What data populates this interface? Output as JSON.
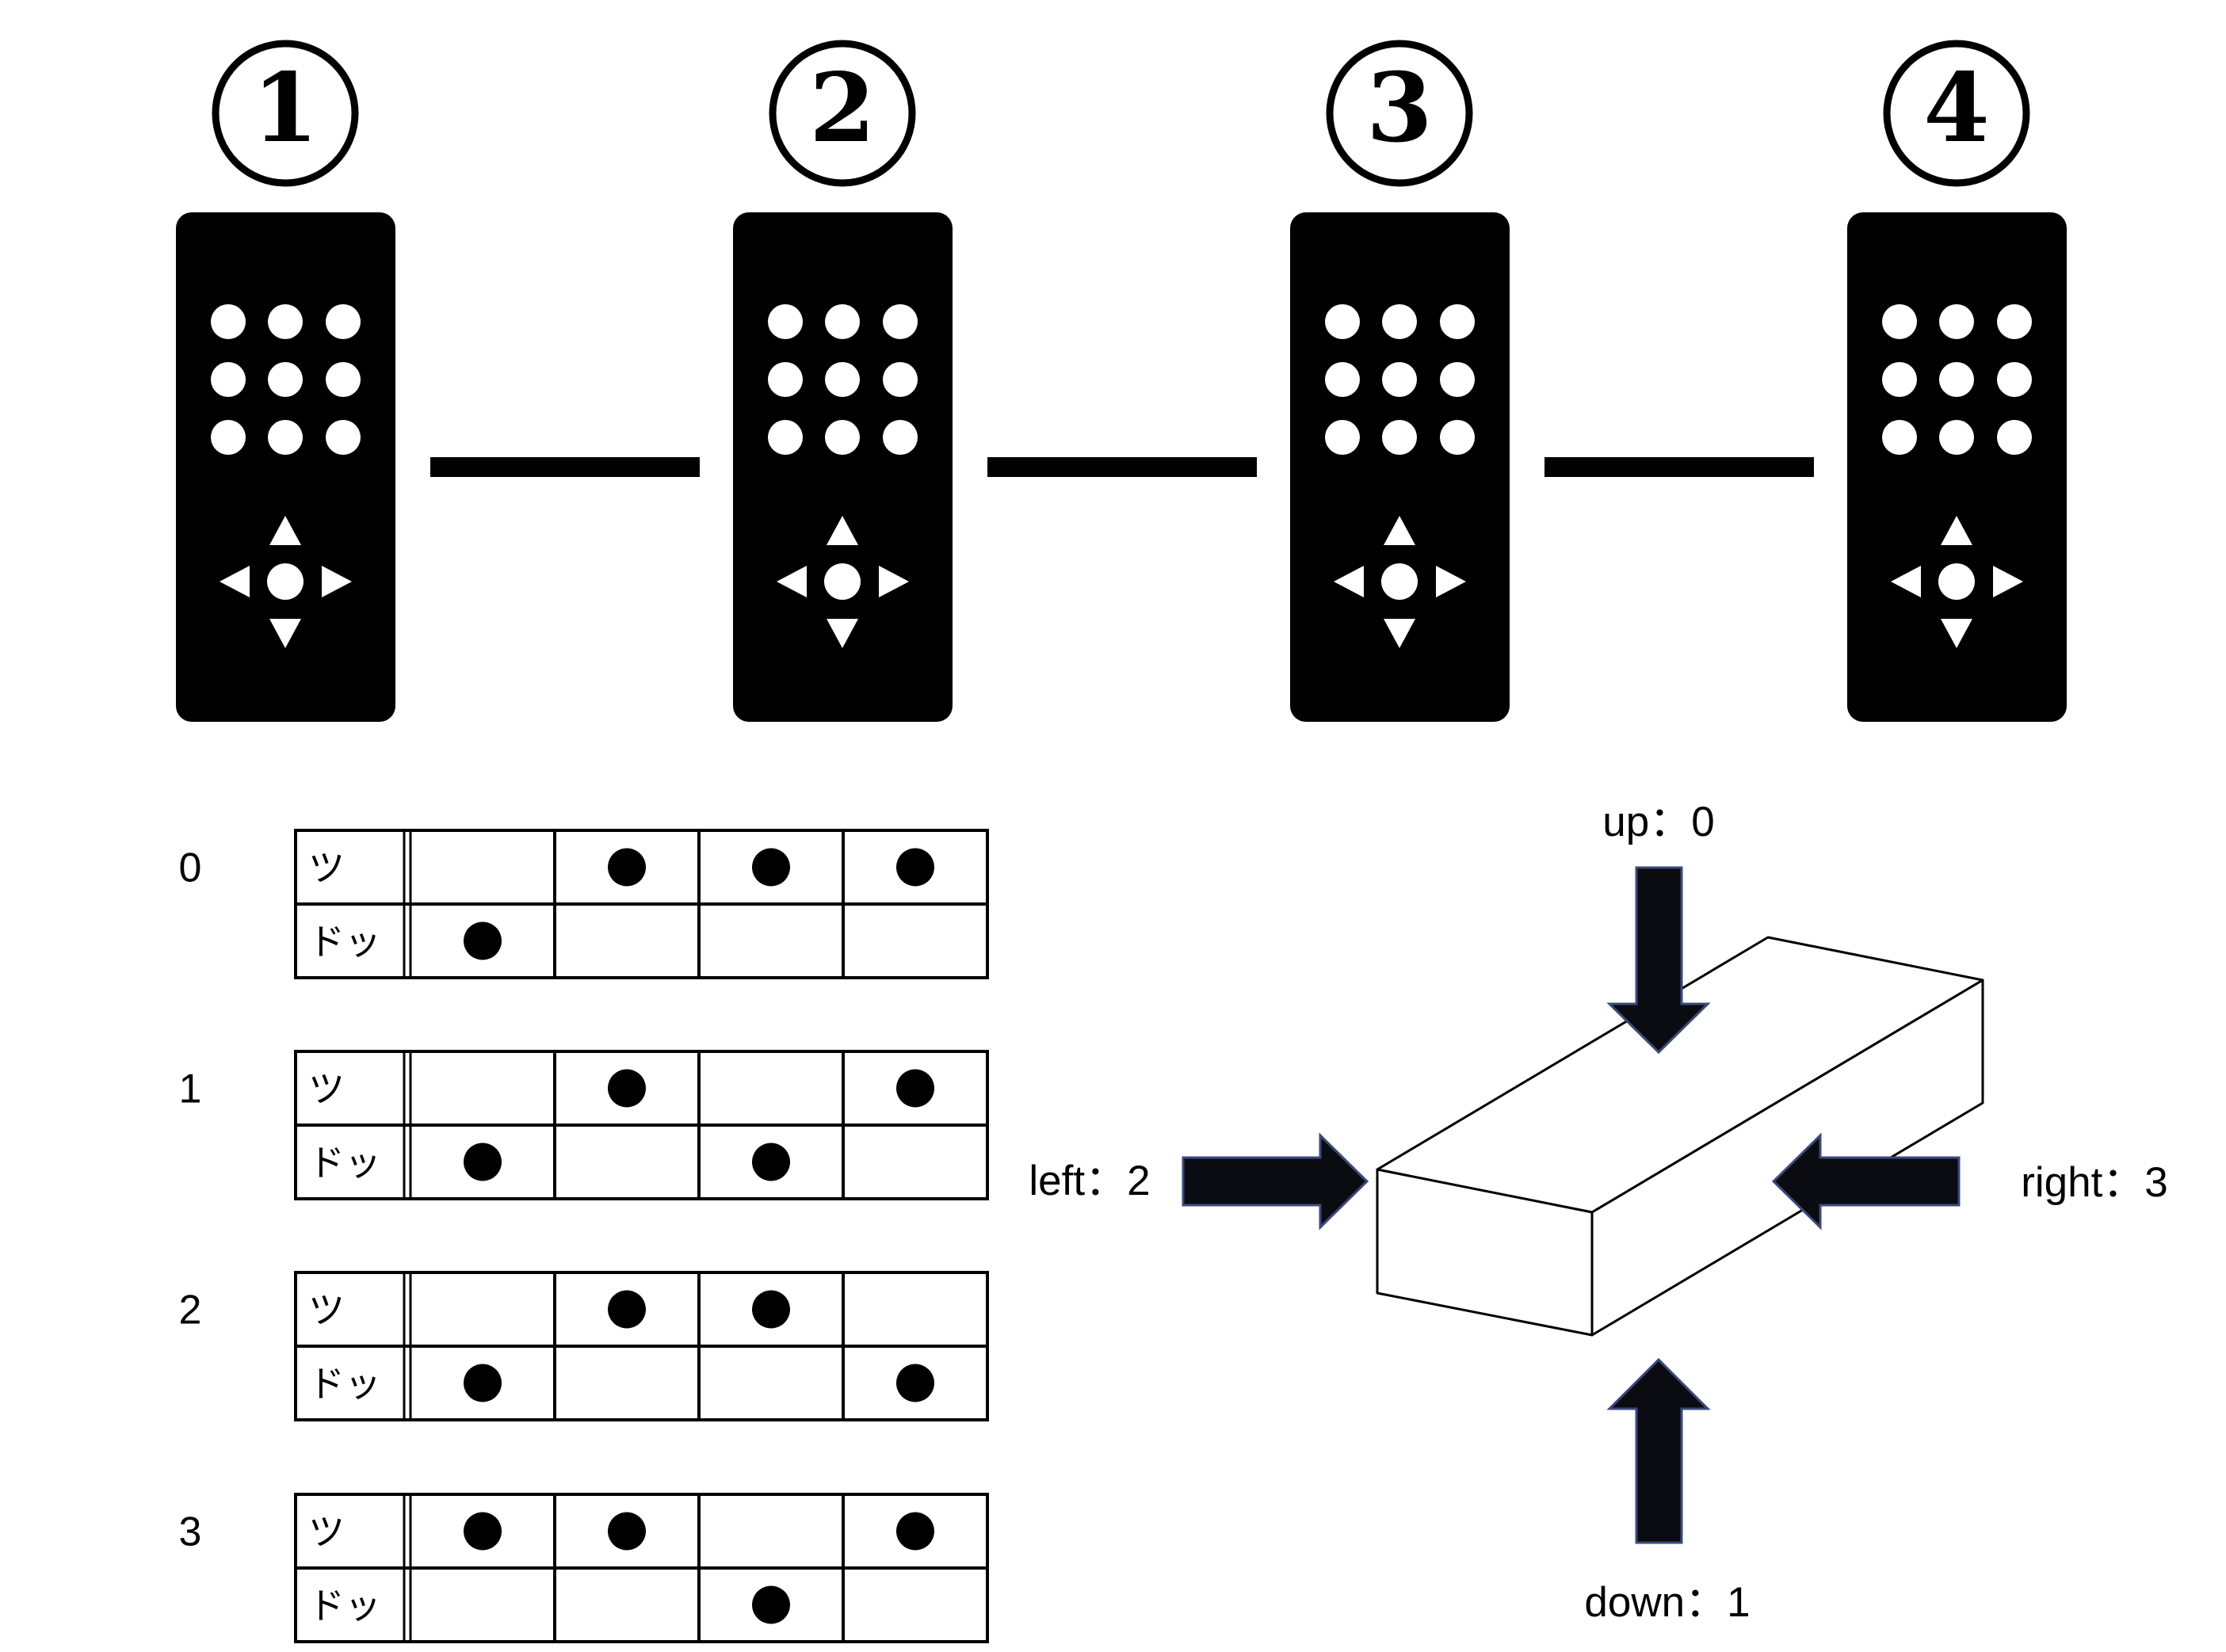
{
  "controllers": [
    {
      "number": "1"
    },
    {
      "number": "2"
    },
    {
      "number": "3"
    },
    {
      "number": "4"
    }
  ],
  "patterns": [
    {
      "id": "0",
      "rows": [
        {
          "label": "ツ",
          "cells": [
            0,
            1,
            1,
            1
          ]
        },
        {
          "label": "ドッ",
          "cells": [
            1,
            0,
            0,
            0
          ]
        }
      ]
    },
    {
      "id": "1",
      "rows": [
        {
          "label": "ツ",
          "cells": [
            0,
            1,
            0,
            1
          ]
        },
        {
          "label": "ドッ",
          "cells": [
            1,
            0,
            1,
            0
          ]
        }
      ]
    },
    {
      "id": "2",
      "rows": [
        {
          "label": "ツ",
          "cells": [
            0,
            1,
            1,
            0
          ]
        },
        {
          "label": "ドッ",
          "cells": [
            1,
            0,
            0,
            1
          ]
        }
      ]
    },
    {
      "id": "3",
      "rows": [
        {
          "label": "ツ",
          "cells": [
            1,
            1,
            0,
            1
          ]
        },
        {
          "label": "ドッ",
          "cells": [
            0,
            0,
            1,
            0
          ]
        }
      ]
    }
  ],
  "directions": {
    "up": "up：0",
    "down": "down：1",
    "left": "left：2",
    "right": "right：3"
  },
  "colors": {
    "ink": "#000000",
    "arrow_fill": "#0b0b12",
    "arrow_edge": "#3a4a7a"
  }
}
